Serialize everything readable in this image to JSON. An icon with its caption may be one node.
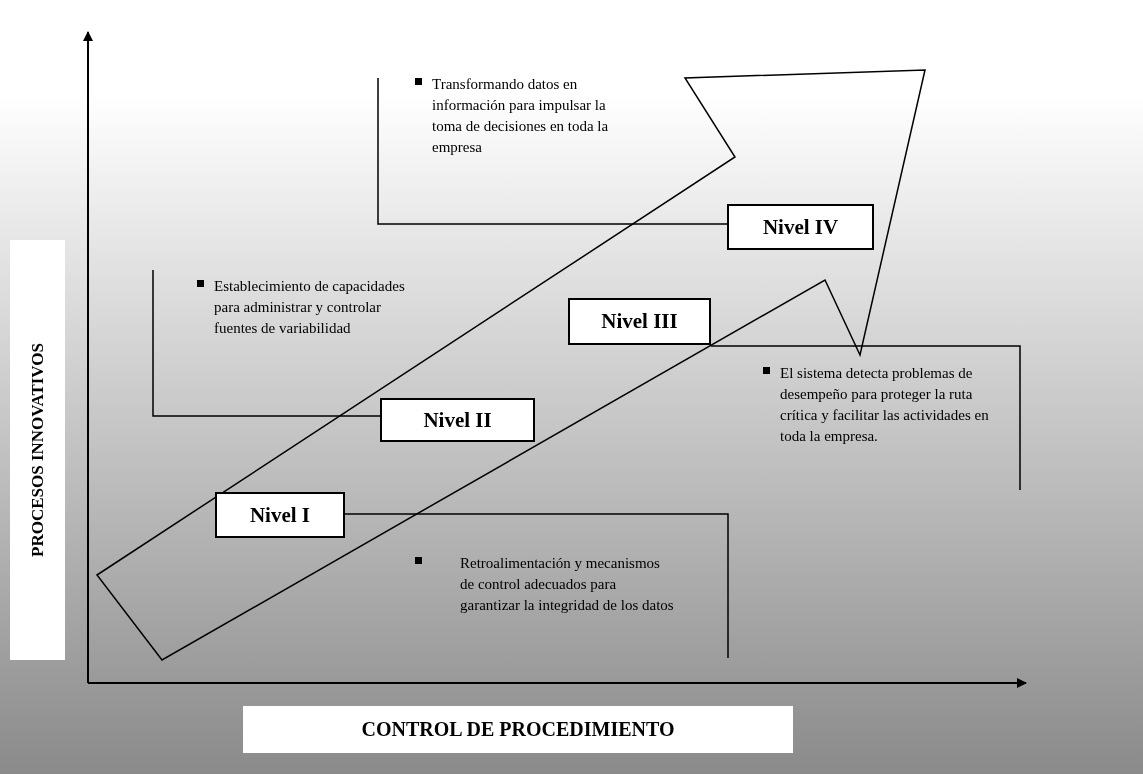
{
  "diagram": {
    "nodes": [
      {
        "text": [
          "Nivel I"
        ]
      },
      {
        "text": [
          "Nivel II"
        ]
      },
      {
        "text": [
          "Nivel III"
        ]
      },
      {
        "text": [
          "Nivel IV"
        ]
      }
    ],
    "labels": [
      "Transformando datos en información para impulsar la toma de decisiones en toda la empresa",
      "Establecimiento de capacidades para administrar y controlar fuentes de variabilidad",
      "El sistema detecta problemas de desempeño para proteger la ruta crítica y facilitar las actividades en toda la empresa.",
      "PROCESOS INNOVATIVOS",
      "Retroalimentación y mecanismos de control adecuados para garantizar la integridad de los datos",
      "CONTROL DE PROCEDIMIENTO"
    ]
  }
}
